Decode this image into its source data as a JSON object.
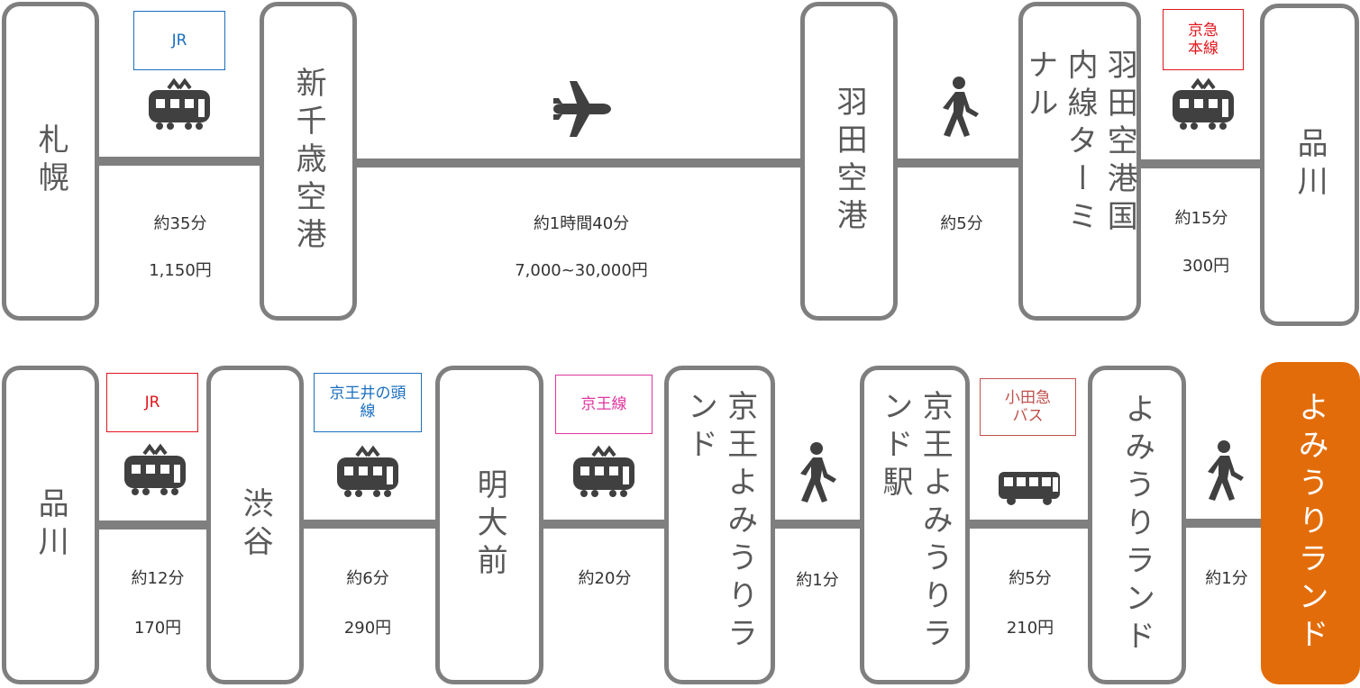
{
  "row1": {
    "stations": [
      "札幌",
      "新千歳空港",
      "羽田空港",
      "羽田空港国内線ターミナル",
      "品川"
    ],
    "legs": [
      {
        "line": "JR",
        "mode": "train-icon",
        "time": "約35分",
        "fare": "1,150円"
      },
      {
        "line": "",
        "mode": "airplane-icon",
        "time": "約1時間40分",
        "fare": "7,000~30,000円"
      },
      {
        "line": "",
        "mode": "walk-icon",
        "time": "約5分",
        "fare": ""
      },
      {
        "line": "京急本線",
        "mode": "train-icon",
        "time": "約15分",
        "fare": "300円"
      }
    ]
  },
  "row2": {
    "stations": [
      "品川",
      "渋谷",
      "明大前",
      "京王よみうりランド",
      "京王よみうりランド駅",
      "よみうりランド",
      "よみうりランド"
    ],
    "legs": [
      {
        "line": "JR",
        "mode": "train-icon",
        "time": "約12分",
        "fare": "170円"
      },
      {
        "line": "京王井の頭線",
        "mode": "train-icon",
        "time": "約6分",
        "fare": "290円"
      },
      {
        "line": "京王線",
        "mode": "train-icon",
        "time": "約20分",
        "fare": ""
      },
      {
        "line": "",
        "mode": "walk-icon",
        "time": "約1分",
        "fare": ""
      },
      {
        "line": "小田急バス",
        "mode": "bus-icon",
        "time": "約5分",
        "fare": "210円"
      },
      {
        "line": "",
        "mode": "walk-icon",
        "time": "約1分",
        "fare": ""
      }
    ]
  },
  "colors": {
    "line": "#7f7f7f",
    "destination": "#e36c0a",
    "jr_blue": "#1a6fbf",
    "keikyu_red": "#e0161c",
    "keio_pink": "#e0359e",
    "odakyu_bus": "#c0504d"
  }
}
